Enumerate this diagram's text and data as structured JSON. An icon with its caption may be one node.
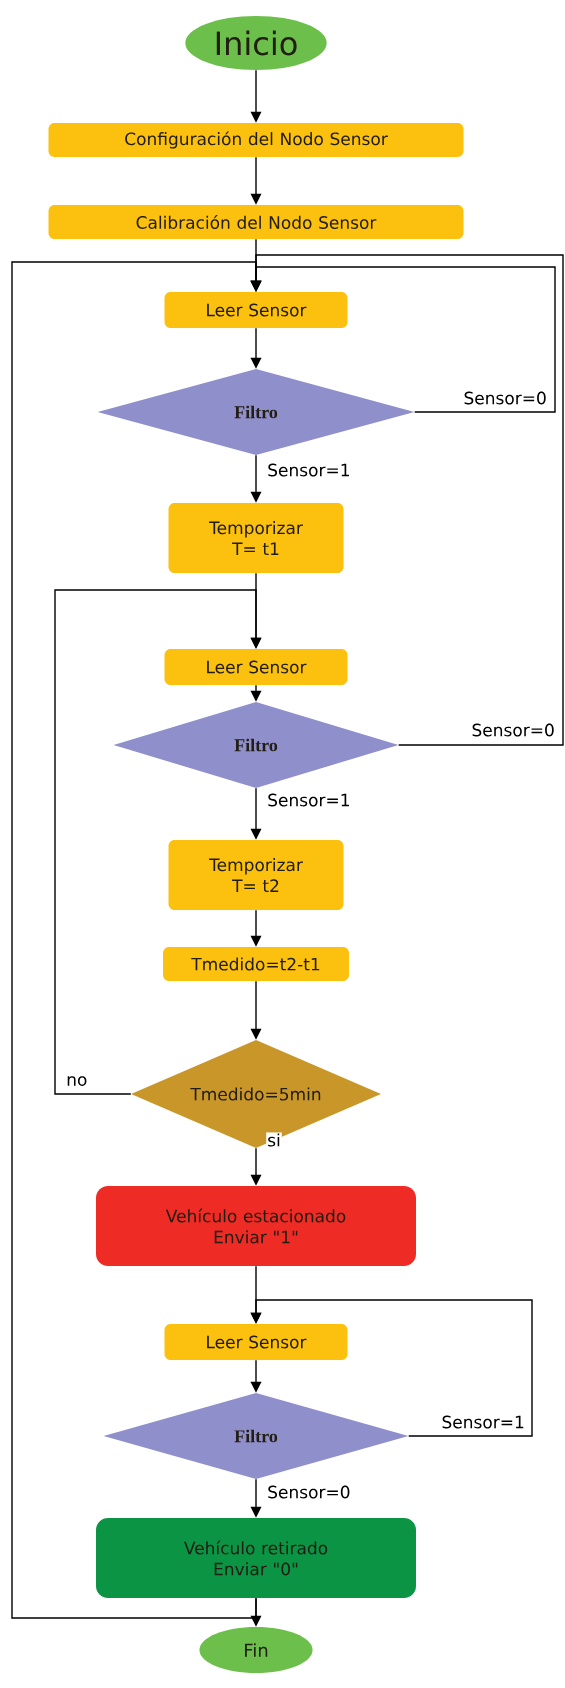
{
  "diagram": {
    "nodes": [
      {
        "text": [
          "Inicio"
        ]
      },
      {
        "text": [
          "Configuración del Nodo Sensor"
        ]
      },
      {
        "text": [
          "Calibración del Nodo Sensor"
        ]
      },
      {
        "text": [
          "Leer Sensor"
        ]
      },
      {
        "text": [
          "Filtro"
        ]
      },
      {
        "text": [
          "Temporizar T= t1"
        ]
      },
      {
        "text": [
          "Leer Sensor"
        ]
      },
      {
        "text": [
          "Filtro"
        ]
      },
      {
        "text": [
          "Temporizar T= t2"
        ]
      },
      {
        "text": [
          "Tmedido=t2-t1"
        ]
      },
      {
        "text": [
          "Tmedido=5min"
        ]
      },
      {
        "text": [
          "Vehículo estacionado Enviar \"1\""
        ]
      },
      {
        "text": [
          "Leer Sensor"
        ]
      },
      {
        "text": [
          "Filtro"
        ]
      },
      {
        "text": [
          "Vehículo retirado Enviar \"0\""
        ]
      },
      {
        "text": [
          "Fin"
        ]
      }
    ],
    "edges": [
      {
        "from": 0,
        "to": 1,
        "arrow": "to"
      },
      {
        "from": 1,
        "to": 2,
        "arrow": "to"
      },
      {
        "from": 2,
        "to": 3,
        "arrow": "to"
      },
      {
        "from": 3,
        "to": 4,
        "arrow": "to"
      },
      {
        "from": 4,
        "to": 5,
        "arrow": "to",
        "label": "Sensor=1"
      },
      {
        "from": 4,
        "to": 3,
        "arrow": "to",
        "label": "Sensor=0"
      },
      {
        "from": 5,
        "to": 6,
        "arrow": "to"
      },
      {
        "from": 6,
        "to": 7,
        "arrow": "to"
      },
      {
        "from": 7,
        "to": 8,
        "arrow": "to",
        "label": "Sensor=1"
      },
      {
        "from": 7,
        "to": 3,
        "arrow": "to",
        "label": "Sensor=0"
      },
      {
        "from": 8,
        "to": 9,
        "arrow": "to"
      },
      {
        "from": 9,
        "to": 10,
        "arrow": "to"
      },
      {
        "from": 10,
        "to": 11,
        "arrow": "to",
        "label": "si"
      },
      {
        "from": 10,
        "to": 6,
        "arrow": "to",
        "label": "no"
      },
      {
        "from": 11,
        "to": 12,
        "arrow": "to"
      },
      {
        "from": 12,
        "to": 13,
        "arrow": "to"
      },
      {
        "from": 13,
        "to": 14,
        "arrow": "to",
        "label": "Sensor=0"
      },
      {
        "from": 13,
        "to": 12,
        "arrow": "to",
        "label": "Sensor=1"
      },
      {
        "from": 14,
        "to": 15,
        "arrow": "to"
      },
      {
        "from": 14,
        "to": 3,
        "arrow": "to"
      }
    ]
  }
}
